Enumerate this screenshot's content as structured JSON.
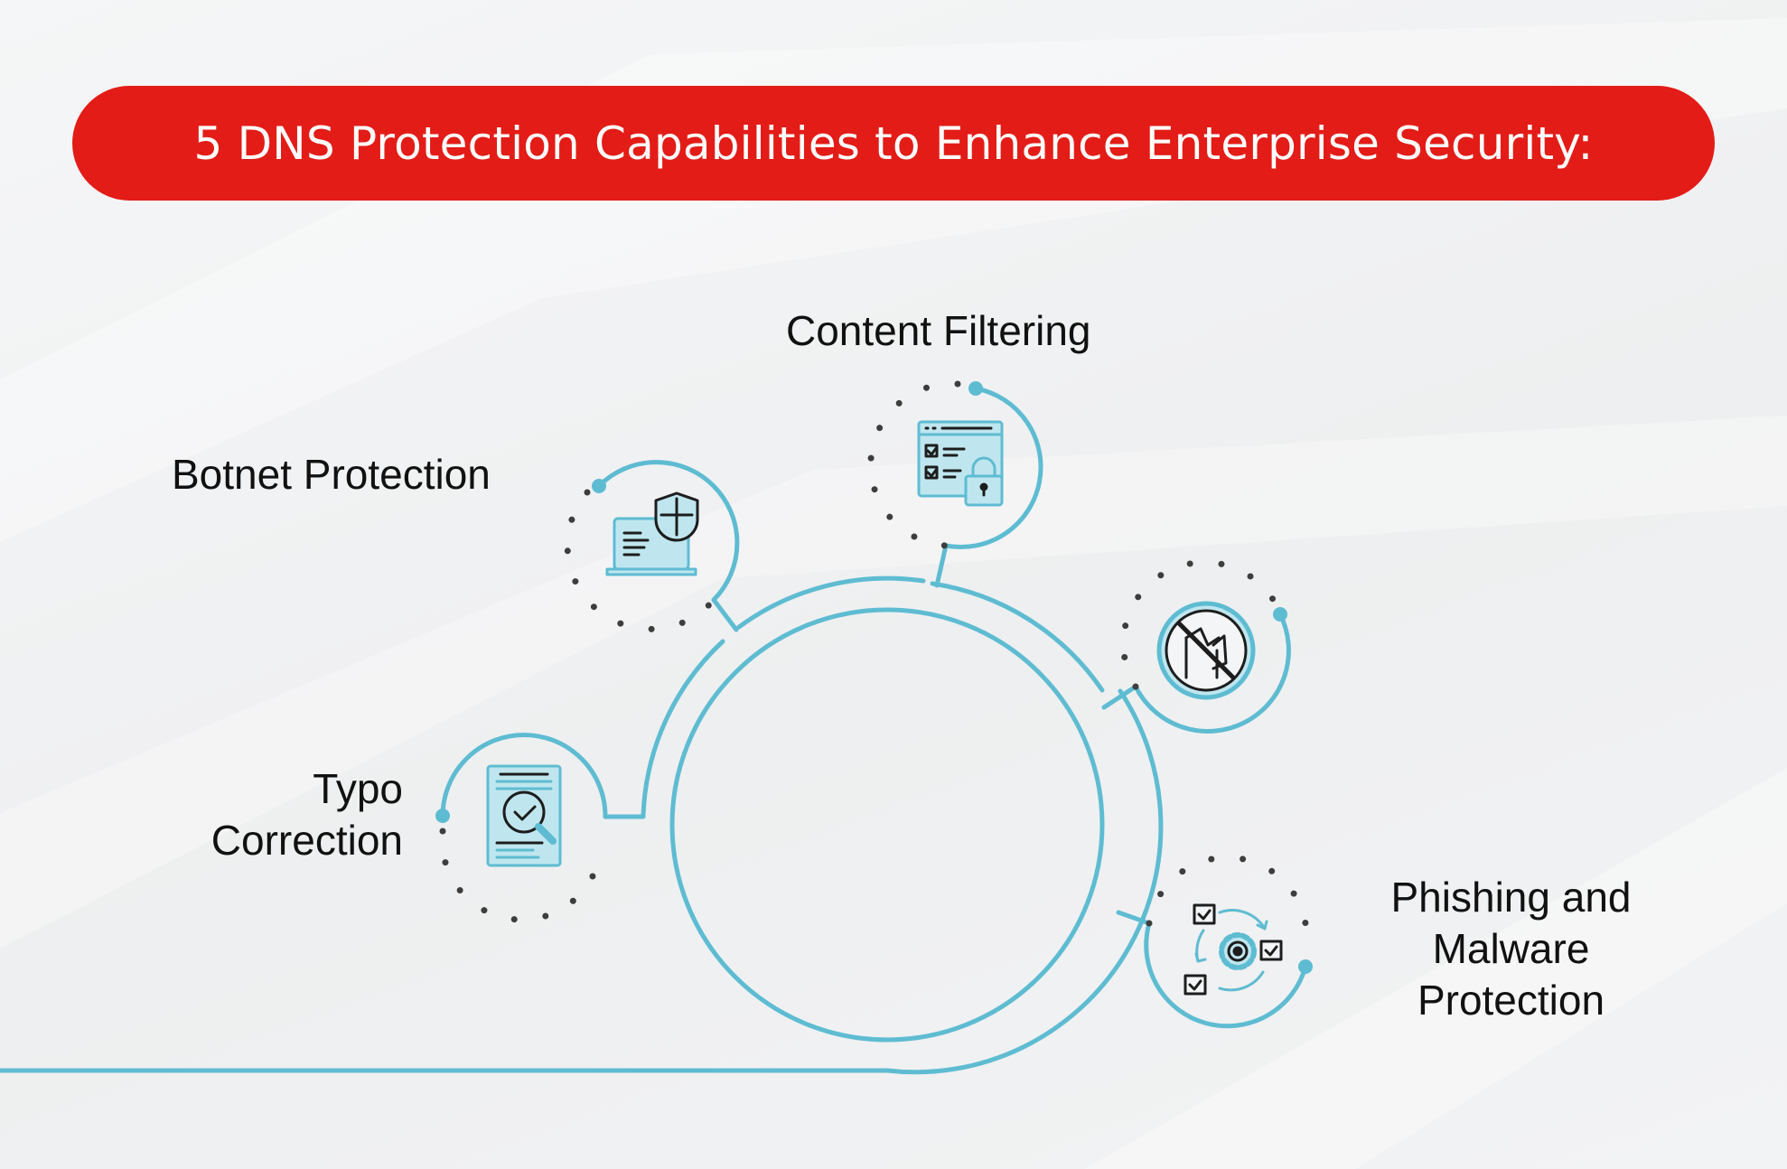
{
  "title": "5 DNS Protection Capabilities to Enhance Enterprise Security:",
  "colors": {
    "banner": "#e31c17",
    "line": "#5ebcd2",
    "dots": "#3d3d3d",
    "icon_fill": "#bfe6ef",
    "text": "#111111"
  },
  "capabilities": [
    {
      "label": "Content Filtering",
      "icon": "browser-checklist-lock-icon"
    },
    {
      "label": "Botnet Protection",
      "icon": "laptop-shield-icon"
    },
    {
      "label": "Typo Correction",
      "icon": "document-magnifier-check-icon"
    },
    {
      "label": "Phishing and Malware Protection",
      "icon": "gear-checklist-cycle-icon"
    },
    {
      "label": "",
      "icon": "prohibited-flag-icon"
    }
  ]
}
